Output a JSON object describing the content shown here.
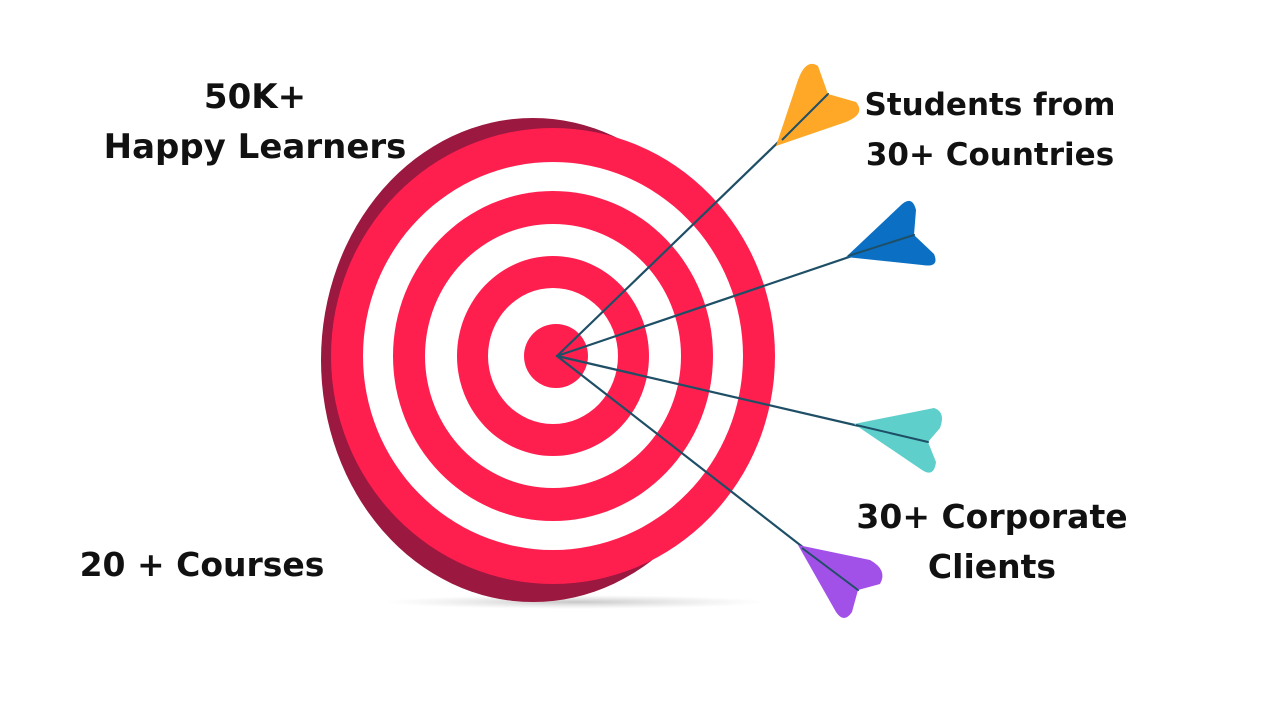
{
  "stats": {
    "learners": {
      "line1": "50K+",
      "line2": "Happy Learners"
    },
    "countries": {
      "line1": "Students from",
      "line2": "30+ Countries"
    },
    "corporate": {
      "line1": "30+ Corporate",
      "line2": "Clients"
    },
    "courses": {
      "line1": "20 + Courses"
    }
  },
  "colors": {
    "ring_red": "#ff1f4f",
    "ring_side": "#9b1840",
    "ring_white": "#ffffff",
    "arrow_shaft": "#1e4f66",
    "fletch_orange": "#ffa726",
    "fletch_blue": "#0b6fc4",
    "fletch_teal": "#5ecfcb",
    "fletch_purple": "#a251e8",
    "text": "#111111"
  },
  "icons": {
    "target": "dartboard-target-icon",
    "arrows": [
      "arrow-orange-icon",
      "arrow-blue-icon",
      "arrow-teal-icon",
      "arrow-purple-icon"
    ]
  }
}
